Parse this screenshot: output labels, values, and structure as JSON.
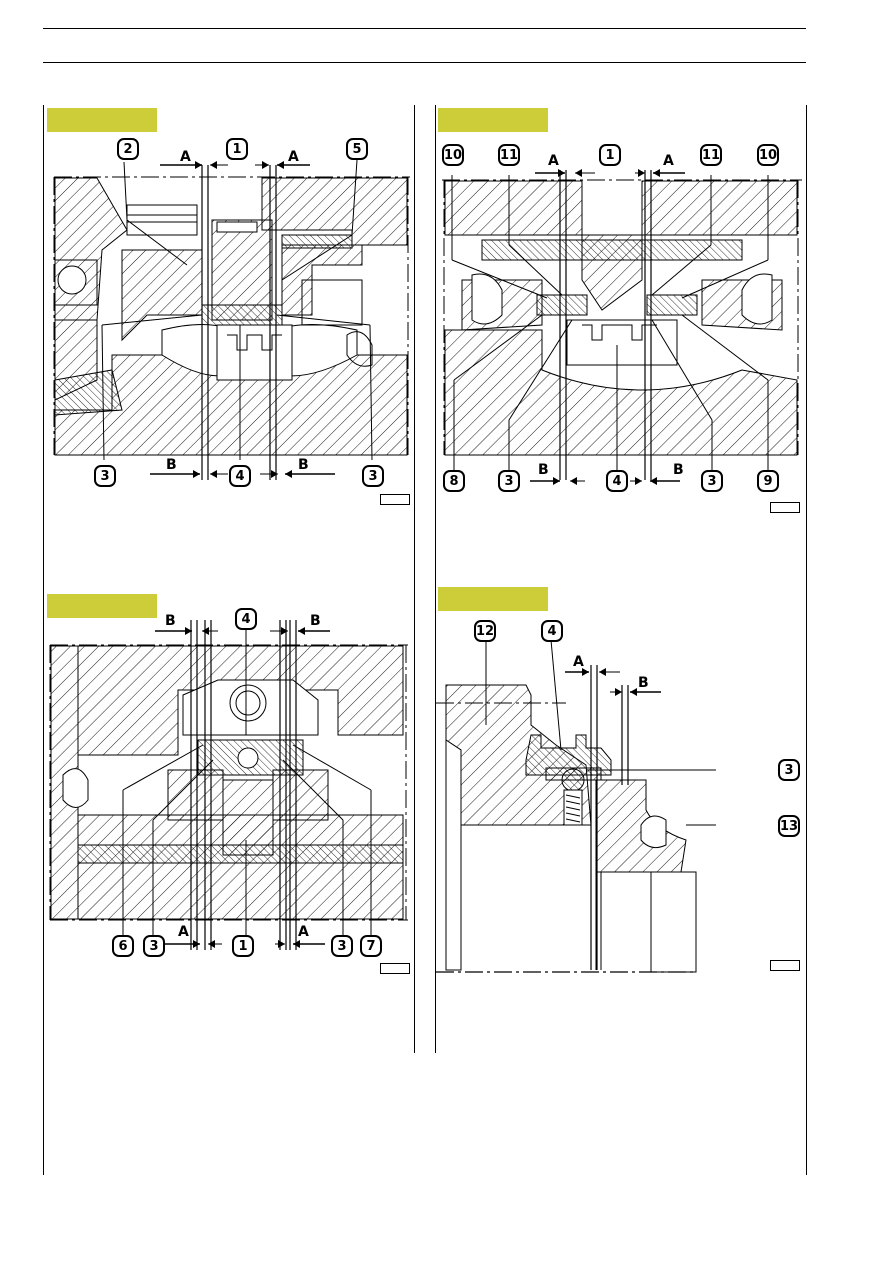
{
  "figures": [
    {
      "callouts": {
        "c1": "1",
        "c2": "2",
        "c5": "5",
        "c3a": "3",
        "c4": "4",
        "c3b": "3"
      },
      "gap_labels": {
        "a_left": "A",
        "a_right": "A",
        "b_left": "B",
        "b_right": "B"
      }
    },
    {
      "callouts": {
        "c10a": "10",
        "c11a": "11",
        "c1": "1",
        "c11b": "11",
        "c10b": "10",
        "c8": "8",
        "c3a": "3",
        "c4": "4",
        "c3b": "3",
        "c9": "9"
      },
      "gap_labels": {
        "a_left": "A",
        "a_right": "A",
        "b_left": "B",
        "b_right": "B"
      }
    },
    {
      "callouts": {
        "c4": "4",
        "c6": "6",
        "c3a": "3",
        "c1": "1",
        "c3b": "3",
        "c7": "7"
      },
      "gap_labels": {
        "b_left": "B",
        "b_right": "B",
        "a_left": "A",
        "a_right": "A"
      }
    },
    {
      "callouts": {
        "c12": "12",
        "c4": "4",
        "c3": "3",
        "c13": "13"
      },
      "gap_labels": {
        "a": "A",
        "b": "B"
      }
    }
  ],
  "colors": {
    "tag": "#cdcd3a",
    "line": "#000000"
  },
  "icons": [
    "hatched-section",
    "centerline",
    "dimension-arrow",
    "callout-box"
  ]
}
